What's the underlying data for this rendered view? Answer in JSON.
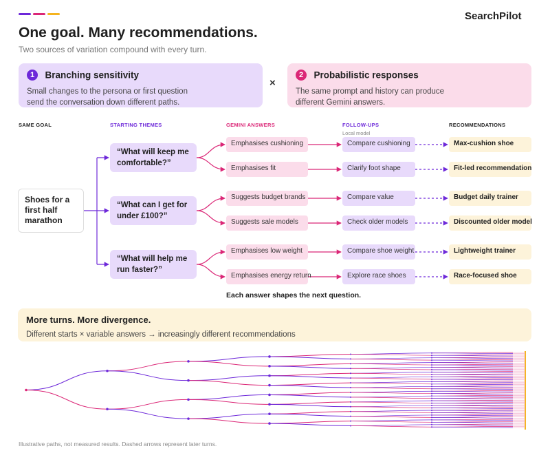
{
  "brand": "SearchPilot",
  "accent_colors": [
    "#6d28d9",
    "#db2777",
    "#f5b41f"
  ],
  "title": "One goal. Many recommendations.",
  "subtitle": "Two sources of variation compound with every turn.",
  "cards": [
    {
      "number": "1",
      "title": "Branching sensitivity",
      "description": "Small changes to the persona or first question send the conversation down different paths.",
      "color": "#e8dafb",
      "badge_color": "#6d28d9"
    },
    {
      "number": "2",
      "title": "Probabilistic responses",
      "description": "The same prompt and history can produce different Gemini answers.",
      "color": "#fbdcea",
      "badge_color": "#db2777"
    }
  ],
  "times_symbol": "×",
  "columns": {
    "same_goal": "SAME GOAL",
    "starting_themes": "STARTING THEMES",
    "gemini_answers": "GEMINI ANSWERS",
    "follow_ups": "FOLLOW-UPS",
    "follow_ups_sub": "Local model",
    "recommendations": "RECOMMENDATIONS"
  },
  "goal": "Shoes for a first half marathon",
  "themes": [
    {
      "label": "“What will keep me comfortable?”",
      "branches": [
        {
          "answer": "Emphasises cushioning",
          "follow_up": "Compare cushioning",
          "recommendation": "Max-cushion shoe"
        },
        {
          "answer": "Emphasises fit",
          "follow_up": "Clarify foot shape",
          "recommendation": "Fit-led recommendation"
        }
      ]
    },
    {
      "label": "“What can I get for under £100?”",
      "branches": [
        {
          "answer": "Suggests budget brands",
          "follow_up": "Compare value",
          "recommendation": "Budget daily trainer"
        },
        {
          "answer": "Suggests sale models",
          "follow_up": "Check older models",
          "recommendation": "Discounted older model"
        }
      ]
    },
    {
      "label": "“What will help me run faster?”",
      "branches": [
        {
          "answer": "Emphasises low weight",
          "follow_up": "Compare shoe weight",
          "recommendation": "Lightweight trainer"
        },
        {
          "answer": "Emphasises energy return",
          "follow_up": "Explore race shoes",
          "recommendation": "Race-focused shoe"
        }
      ]
    }
  ],
  "caption": "Each answer shapes the next question.",
  "divergence": {
    "title": "More turns. More divergence.",
    "text": "Different starts × variable answers → increasingly different recommendations"
  },
  "footer": "Illustrative paths, not measured results. Dashed arrows represent later turns."
}
